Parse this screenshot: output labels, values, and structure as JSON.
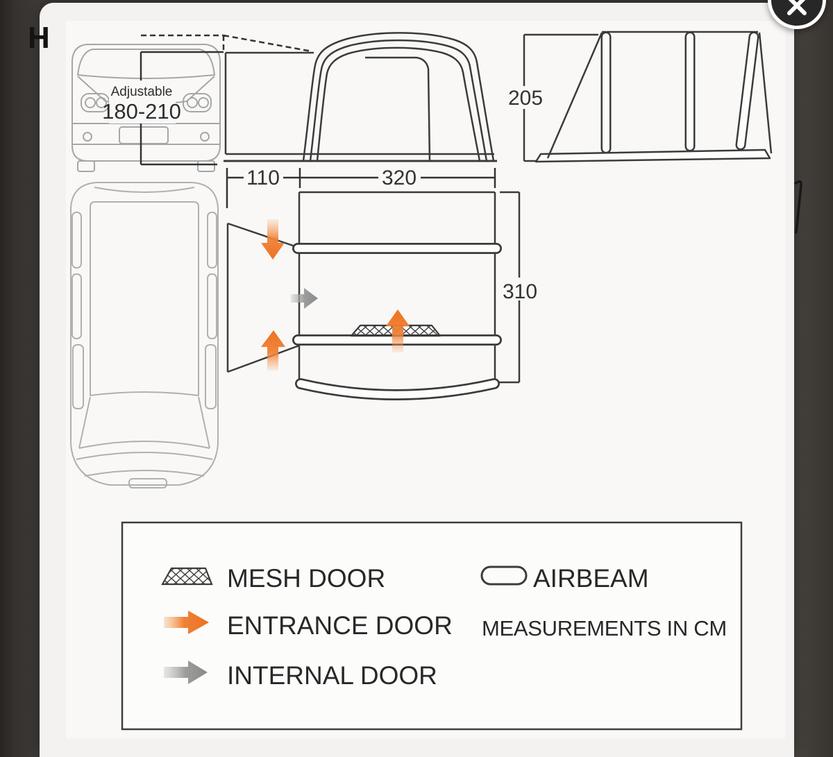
{
  "page": {
    "heading_fragment": "H"
  },
  "modal": {
    "close_icon": "x"
  },
  "diagram": {
    "front_elevation": {
      "adjustable_label": "Adjustable",
      "adjustable_range": "180-210"
    },
    "dimensions": {
      "tunnel_width": "110",
      "awning_width": "320",
      "height": "205",
      "depth": "310"
    },
    "legend": {
      "mesh_door": "MESH DOOR",
      "entrance_door": "ENTRANCE DOOR",
      "internal_door": "INTERNAL DOOR",
      "airbeam": "AIRBEAM",
      "note": "MEASUREMENTS IN CM"
    },
    "colors": {
      "entrance_arrow": "#ed7222",
      "internal_arrow": "#929292",
      "line": "#3b3b3b",
      "vehicle_outline": "#acacac"
    }
  }
}
